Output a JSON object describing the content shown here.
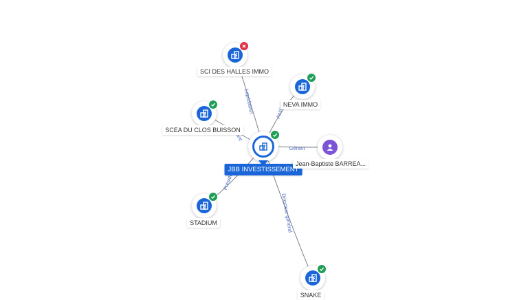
{
  "center": {
    "label": "JBB INVESTISSEMENT",
    "status": "active"
  },
  "nodes": [
    {
      "id": "sci",
      "label": "SCI DES HALLES IMMO",
      "type": "company",
      "status": "closed"
    },
    {
      "id": "neva",
      "label": "NEVA IMMO",
      "type": "company",
      "status": "active"
    },
    {
      "id": "scea",
      "label": "SCEA DU CLOS BUISSON",
      "type": "company",
      "status": "active"
    },
    {
      "id": "jb",
      "label": "Jean-Baptiste BARREA...",
      "type": "person",
      "status": "none"
    },
    {
      "id": "stadium",
      "label": "STADIUM",
      "type": "company",
      "status": "active"
    },
    {
      "id": "snake",
      "label": "SNAKE",
      "type": "company",
      "status": "active"
    }
  ],
  "edges": [
    {
      "to": "sci",
      "label": "Liquidateur"
    },
    {
      "to": "neva",
      "label": "Associé"
    },
    {
      "to": "scea",
      "label": "Gérant"
    },
    {
      "to": "jb",
      "label": "Gérant"
    },
    {
      "to": "stadium",
      "label": "Président"
    },
    {
      "to": "snake",
      "label": "Directeur général"
    }
  ],
  "colors": {
    "company": "#1a66d9",
    "person": "#7b55d6",
    "active": "#1e9e57",
    "closed": "#e03246",
    "edge": "#7a7f8c"
  },
  "icons": {
    "company": "building-icon",
    "person": "user-icon",
    "active": "check-icon",
    "closed": "cross-icon"
  }
}
